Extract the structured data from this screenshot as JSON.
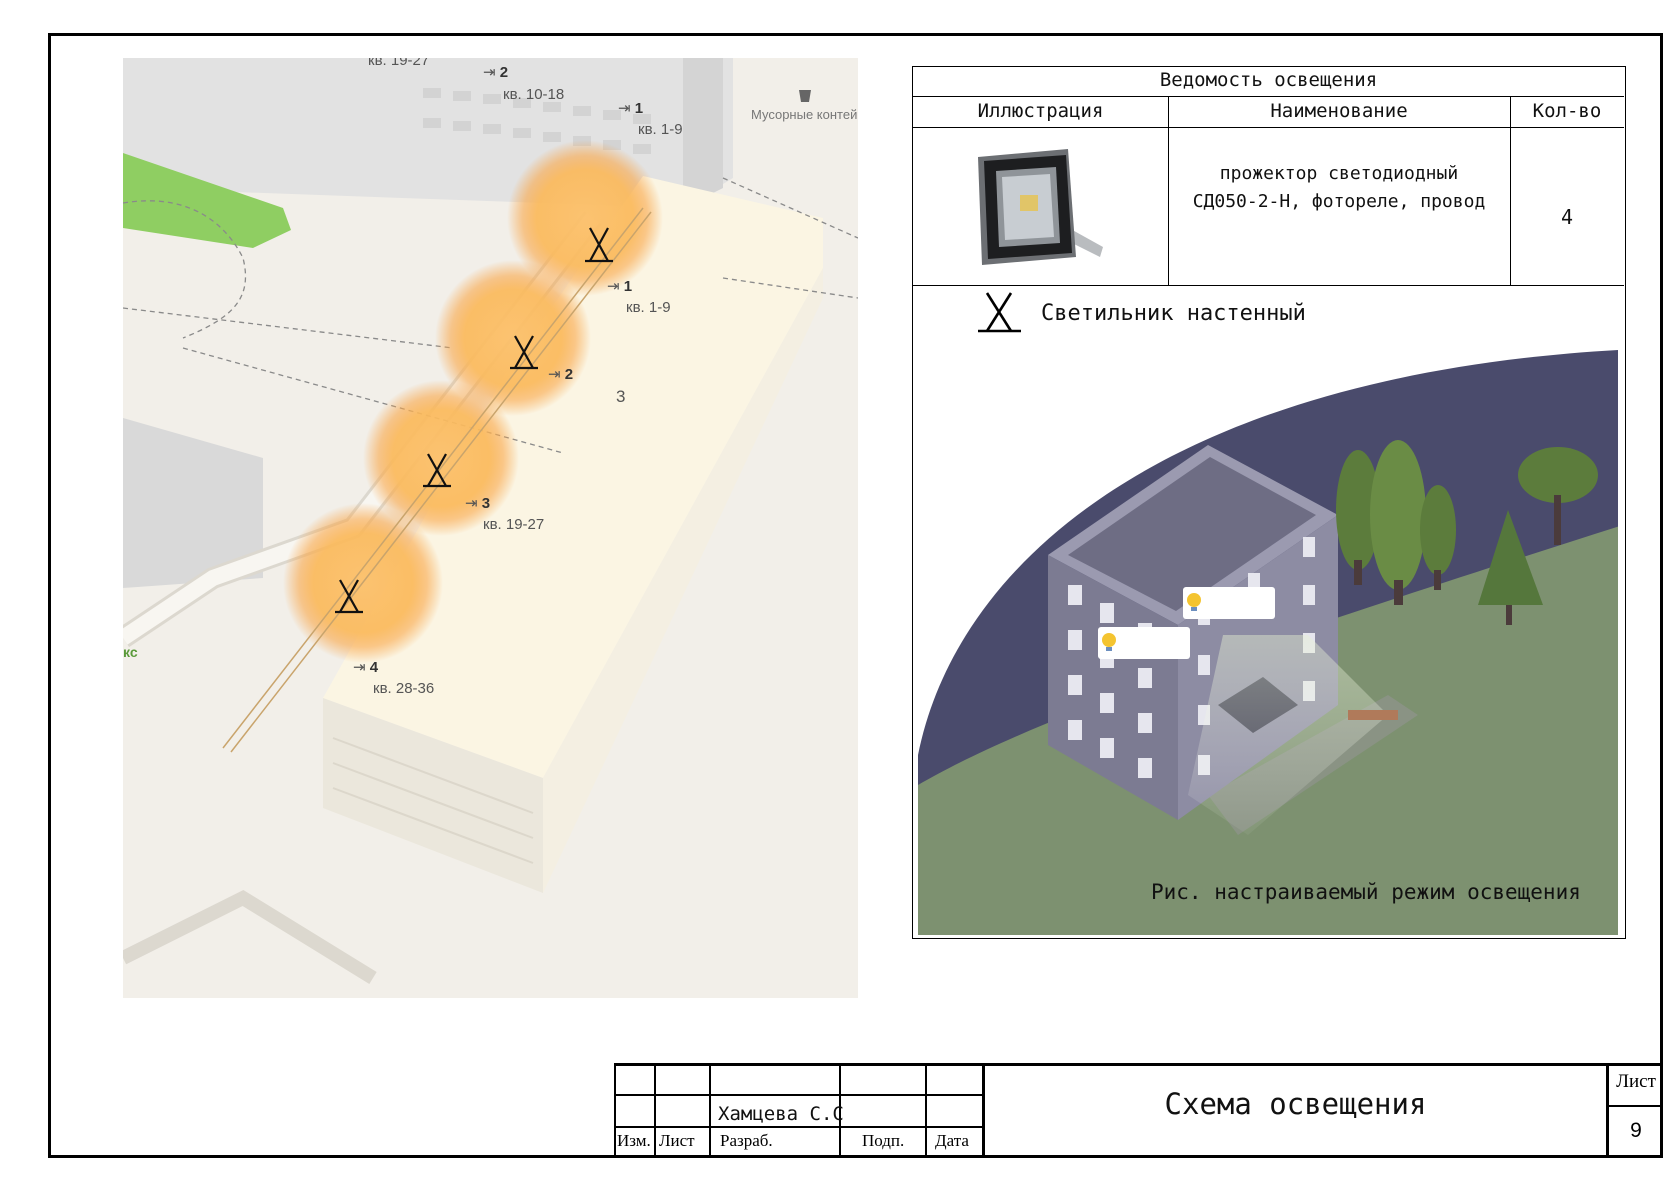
{
  "map": {
    "labels": {
      "top_left_apts": "кв. 19-27",
      "entrance_2_top_num": "2",
      "entrance_2_top_apts": "кв. 10-18",
      "entrance_1_top_num": "1",
      "entrance_1_top_apts": "кв. 1-9",
      "trash_label": "Мусорные контейнеры",
      "entrance_1_num": "1",
      "entrance_1_apts": "кв. 1-9",
      "entrance_2_num": "2",
      "building_number": "3",
      "entrance_3_num": "3",
      "entrance_3_apts": "кв. 19-27",
      "entrance_4_num": "4",
      "entrance_4_apts": "кв. 28-36",
      "left_partial_label": "кс"
    }
  },
  "table": {
    "title": "Ведомость освещения",
    "headers": {
      "illustration": "Иллюстрация",
      "name": "Наименование",
      "quantity": "Кол-во"
    },
    "row": {
      "name_line1": "прожектор светодиодный",
      "name_line2": "СД050-2-Н, фотореле, провод",
      "quantity": "4"
    },
    "legend_label": "Светильник настенный",
    "figure_caption": "Рис. настраиваемый режим освещения"
  },
  "title_block": {
    "drawing_title": "Схема освещения",
    "developer_name": "Хамцева С.С",
    "col_izm": "Изм.",
    "col_list": "Лист",
    "col_razrab": "Разраб.",
    "col_podp": "Подп.",
    "col_data": "Дата",
    "sheet_label": "Лист",
    "sheet_number": "9"
  },
  "colors": {
    "lamp_glow": "#f7b04a",
    "night_sky": "#4a4b6c",
    "lawn": "#7d9170",
    "building": "#8a89a0",
    "map_green": "#8fce62"
  }
}
